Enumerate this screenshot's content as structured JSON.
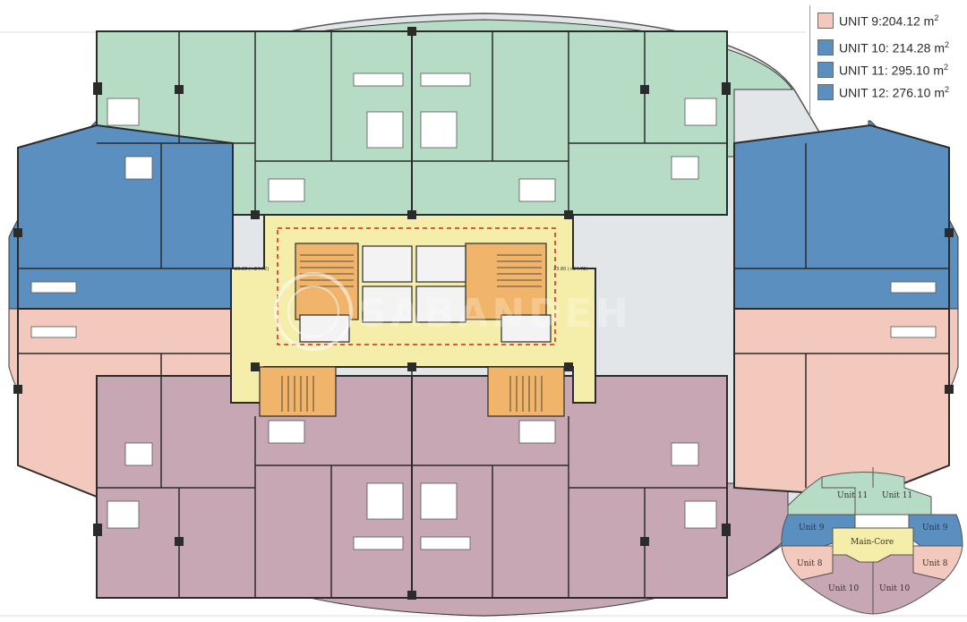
{
  "legend": {
    "items": [
      {
        "label": "UNIT 9:204.12 m",
        "sup": "2",
        "color": "#f3c9bd"
      },
      {
        "label": "UNIT 10: 214.28 m",
        "sup": "2",
        "color": "#5b8fbf"
      },
      {
        "label": "UNIT 11: 295.10 m",
        "sup": "2",
        "color": "#5b8fbf"
      },
      {
        "label": "UNIT 12: 276.10 m",
        "sup": "2",
        "color": "#5b8fbf"
      }
    ]
  },
  "watermark": {
    "text": "SABANDEH"
  },
  "key_plan": {
    "labels": {
      "unit11_left": "Unit 11",
      "unit11_right": "Unit 11",
      "unit9_left": "Unit 9",
      "unit9_right": "Unit 9",
      "core": "Main-Core",
      "unit8_left": "Unit 8",
      "unit8_right": "Unit 8",
      "unit10_left": "Unit 10",
      "unit10_right": "Unit 10"
    }
  },
  "core_marks": {
    "level_left": "23.80 (+24.72)",
    "level_right": "23.80 (+24.72)"
  },
  "colors": {
    "green": "#b7dcc5",
    "blue": "#5b8fbf",
    "pink": "#f3c9bd",
    "purple": "#c7a7b3",
    "yellow": "#f5eeaa",
    "orange": "#f0b56a",
    "terrace": "#e3e6e8",
    "wall": "#2b2b2b"
  }
}
